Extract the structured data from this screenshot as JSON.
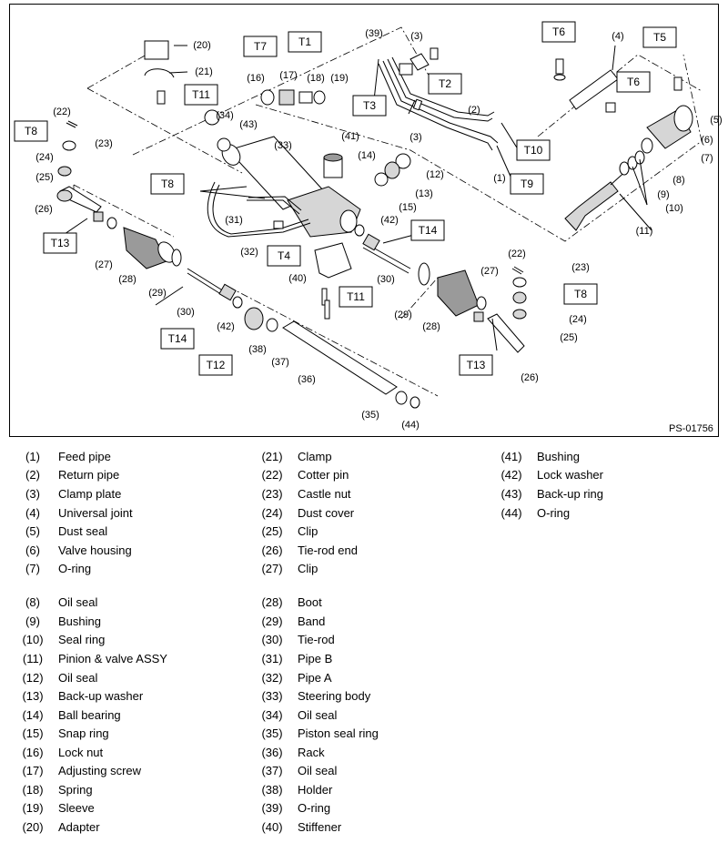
{
  "figure_id": "PS-01756",
  "parts": [
    {
      "num": "(1)",
      "name": "Feed pipe"
    },
    {
      "num": "(2)",
      "name": "Return pipe"
    },
    {
      "num": "(3)",
      "name": "Clamp plate"
    },
    {
      "num": "(4)",
      "name": "Universal joint"
    },
    {
      "num": "(5)",
      "name": "Dust seal"
    },
    {
      "num": "(6)",
      "name": "Valve housing"
    },
    {
      "num": "(7)",
      "name": "O-ring"
    },
    {
      "num": "(8)",
      "name": "Oil seal"
    },
    {
      "num": "(9)",
      "name": "Bushing"
    },
    {
      "num": "(10)",
      "name": "Seal ring"
    },
    {
      "num": "(11)",
      "name": "Pinion & valve ASSY"
    },
    {
      "num": "(12)",
      "name": "Oil seal"
    },
    {
      "num": "(13)",
      "name": "Back-up washer"
    },
    {
      "num": "(14)",
      "name": "Ball bearing"
    },
    {
      "num": "(15)",
      "name": "Snap ring"
    },
    {
      "num": "(16)",
      "name": "Lock nut"
    },
    {
      "num": "(17)",
      "name": "Adjusting screw"
    },
    {
      "num": "(18)",
      "name": "Spring"
    },
    {
      "num": "(19)",
      "name": "Sleeve"
    },
    {
      "num": "(20)",
      "name": "Adapter"
    },
    {
      "num": "(21)",
      "name": "Clamp"
    },
    {
      "num": "(22)",
      "name": "Cotter pin"
    },
    {
      "num": "(23)",
      "name": "Castle nut"
    },
    {
      "num": "(24)",
      "name": "Dust cover"
    },
    {
      "num": "(25)",
      "name": "Clip"
    },
    {
      "num": "(26)",
      "name": "Tie-rod end"
    },
    {
      "num": "(27)",
      "name": "Clip"
    },
    {
      "num": "(28)",
      "name": "Boot"
    },
    {
      "num": "(29)",
      "name": "Band"
    },
    {
      "num": "(30)",
      "name": "Tie-rod"
    },
    {
      "num": "(31)",
      "name": "Pipe B"
    },
    {
      "num": "(32)",
      "name": "Pipe A"
    },
    {
      "num": "(33)",
      "name": "Steering body"
    },
    {
      "num": "(34)",
      "name": "Oil seal"
    },
    {
      "num": "(35)",
      "name": "Piston seal ring"
    },
    {
      "num": "(36)",
      "name": "Rack"
    },
    {
      "num": "(37)",
      "name": "Oil seal"
    },
    {
      "num": "(38)",
      "name": "Holder"
    },
    {
      "num": "(39)",
      "name": "O-ring"
    },
    {
      "num": "(40)",
      "name": "Stiffener"
    },
    {
      "num": "(41)",
      "name": "Bushing"
    },
    {
      "num": "(42)",
      "name": "Lock washer"
    },
    {
      "num": "(43)",
      "name": "Back-up ring"
    },
    {
      "num": "(44)",
      "name": "O-ring"
    }
  ],
  "torque_tags": [
    "T1",
    "T2",
    "T3",
    "T4",
    "T5",
    "T6",
    "T7",
    "T8",
    "T9",
    "T10",
    "T11",
    "T12",
    "T13",
    "T14"
  ],
  "callouts": [
    "(1)",
    "(2)",
    "(3)",
    "(3)",
    "(4)",
    "(5)",
    "(6)",
    "(7)",
    "(8)",
    "(9)",
    "(10)",
    "(11)",
    "(12)",
    "(13)",
    "(14)",
    "(15)",
    "(16)",
    "(17)",
    "(18)",
    "(19)",
    "(20)",
    "(21)",
    "(22)",
    "(22)",
    "(23)",
    "(23)",
    "(24)",
    "(24)",
    "(25)",
    "(25)",
    "(26)",
    "(26)",
    "(27)",
    "(27)",
    "(28)",
    "(28)",
    "(29)",
    "(29)",
    "(30)",
    "(30)",
    "(31)",
    "(32)",
    "(33)",
    "(34)",
    "(35)",
    "(36)",
    "(37)",
    "(38)",
    "(39)",
    "(40)",
    "(41)",
    "(42)",
    "(42)",
    "(43)",
    "(44)"
  ],
  "tags": [
    "T7",
    "T1",
    "T2",
    "T3",
    "T11",
    "T8",
    "T6",
    "T5",
    "T6",
    "T10",
    "T9",
    "T8",
    "T13",
    "T4",
    "T11",
    "T14",
    "T14",
    "T12",
    "T13",
    "T8"
  ]
}
